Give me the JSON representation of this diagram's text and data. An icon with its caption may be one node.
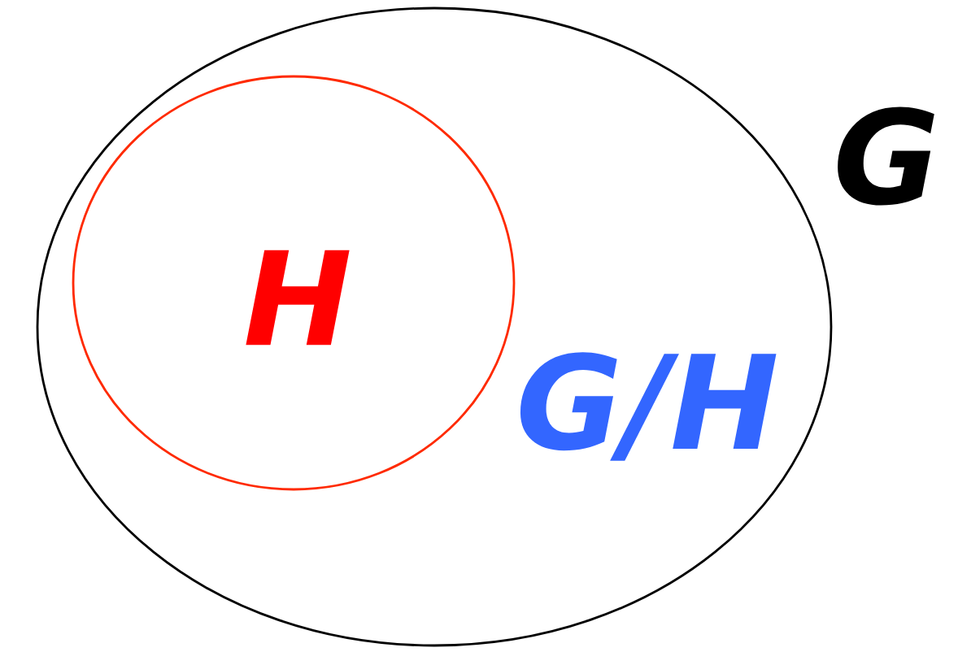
{
  "diagram": {
    "nodes": [
      {
        "text": [
          "G/H"
        ],
        "beside": [
          "G"
        ]
      },
      {
        "text": [
          "H"
        ],
        "in": 0
      }
    ]
  }
}
